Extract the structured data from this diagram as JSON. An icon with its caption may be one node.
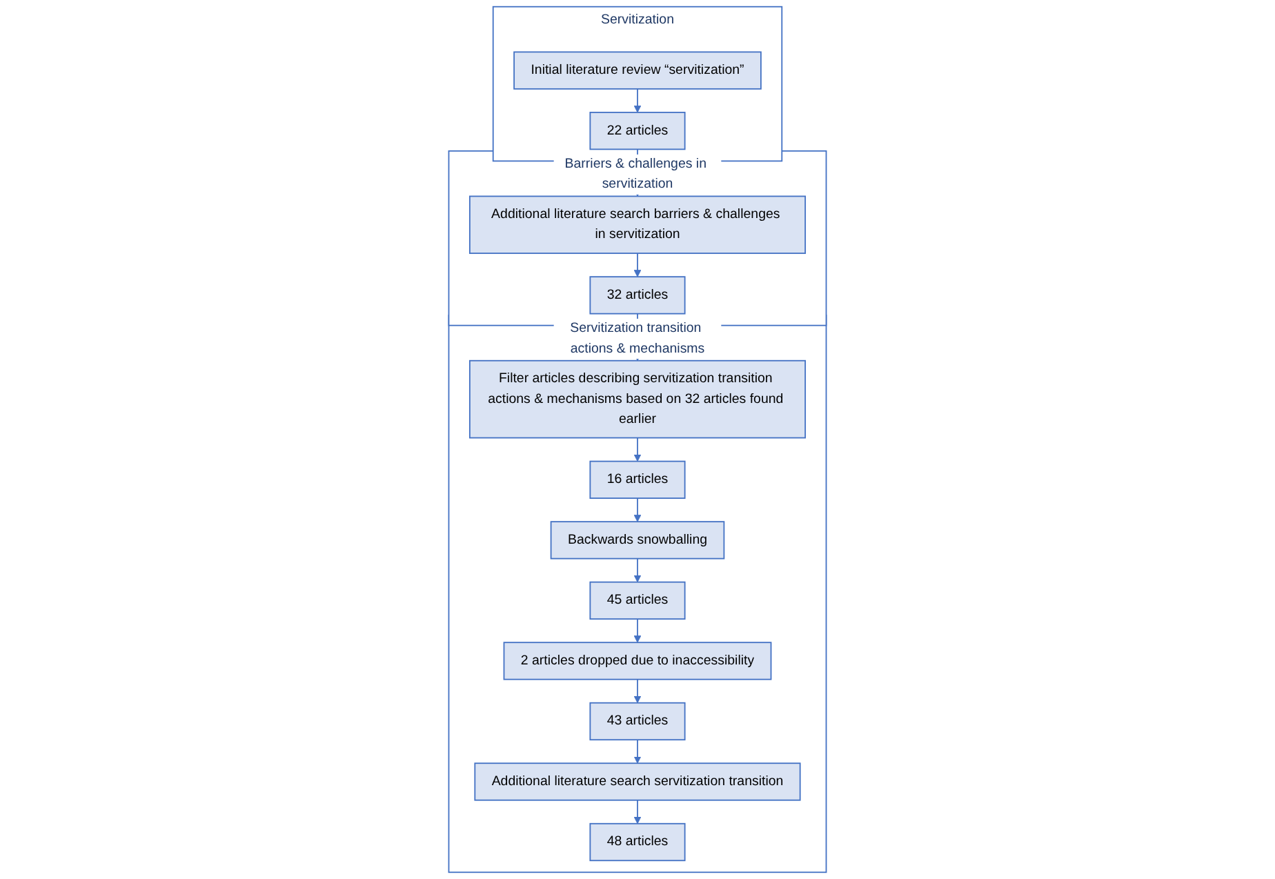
{
  "diagram": {
    "nodes": [
      {
        "text": [
          "Servitization"
        ]
      },
      {
        "text": [
          "Initial literature review “servitization”"
        ],
        "in": 0
      },
      {
        "text": [
          "22 articles"
        ],
        "in": 0
      },
      {
        "text": [
          "Barriers & challenges in servitization"
        ]
      },
      {
        "text": [
          "Additional literature search barriers & challenges in servitization"
        ],
        "in": 3
      },
      {
        "text": [
          "32 articles"
        ],
        "in": 3
      },
      {
        "text": [
          "Servitization transition actions & mechanisms"
        ]
      },
      {
        "text": [
          "Filter articles describing servitization transition actions & mechanisms based on 32 articles found earlier"
        ],
        "in": 6
      },
      {
        "text": [
          "16 articles"
        ],
        "in": 6
      },
      {
        "text": [
          "Backwards snowballing"
        ],
        "in": 6
      },
      {
        "text": [
          "45 articles"
        ],
        "in": 6
      },
      {
        "text": [
          "2 articles dropped due to inaccessibility"
        ],
        "in": 6
      },
      {
        "text": [
          "43 articles"
        ],
        "in": 6
      },
      {
        "text": [
          "Additional literature search servitization transition"
        ],
        "in": 6
      },
      {
        "text": [
          "48 articles"
        ],
        "in": 6
      }
    ],
    "edges": [
      {
        "from": 1,
        "to": 2,
        "arrow": "to"
      },
      {
        "from": 2,
        "to": 4,
        "arrow": "to"
      },
      {
        "from": 4,
        "to": 5,
        "arrow": "to"
      },
      {
        "from": 5,
        "to": 7,
        "arrow": "to"
      },
      {
        "from": 7,
        "to": 8,
        "arrow": "to"
      },
      {
        "from": 8,
        "to": 9,
        "arrow": "to"
      },
      {
        "from": 9,
        "to": 10,
        "arrow": "to"
      },
      {
        "from": 10,
        "to": 11,
        "arrow": "to"
      },
      {
        "from": 11,
        "to": 12,
        "arrow": "to"
      },
      {
        "from": 12,
        "to": 13,
        "arrow": "to"
      },
      {
        "from": 13,
        "to": 14,
        "arrow": "to"
      }
    ]
  }
}
